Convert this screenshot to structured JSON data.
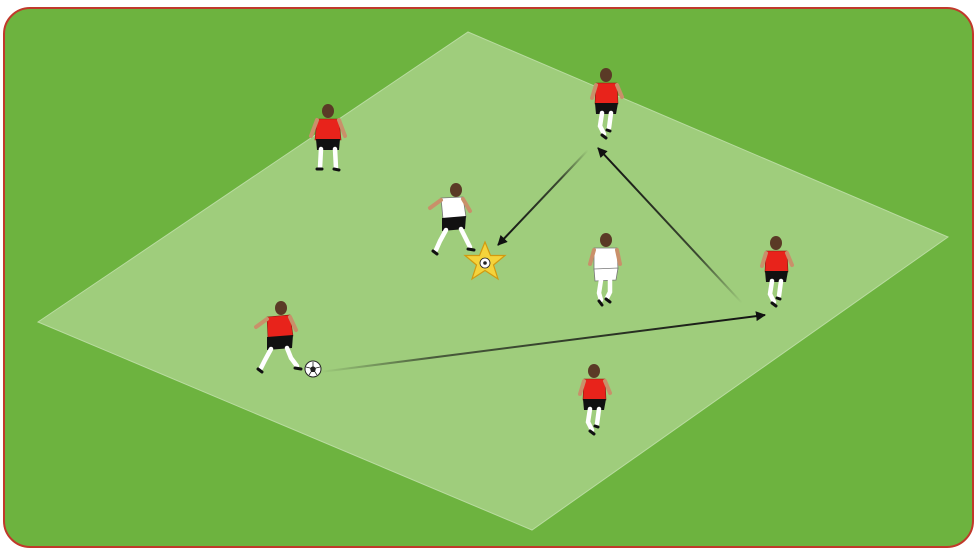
{
  "diagram": {
    "kind": "soccer-drill",
    "colors": {
      "border": "#c0392b",
      "outer_grass": "#6db33f",
      "inner_grass": "#9fcd7c",
      "attacker_shirt": "#e8231b",
      "defender_shirt": "#ffffff",
      "arrow": "#111111",
      "star": "#f5d33b"
    },
    "players": [
      {
        "id": "red-top-left",
        "team": "red",
        "pose": "standing"
      },
      {
        "id": "red-top-right",
        "team": "red",
        "pose": "running"
      },
      {
        "id": "red-right",
        "team": "red",
        "pose": "running"
      },
      {
        "id": "red-bottom",
        "team": "red",
        "pose": "running"
      },
      {
        "id": "red-ball-carrier",
        "team": "red",
        "pose": "dribbling"
      },
      {
        "id": "white-defender-left",
        "team": "white",
        "pose": "lunging"
      },
      {
        "id": "white-defender-right",
        "team": "white",
        "pose": "running"
      }
    ],
    "passes": [
      {
        "from": "red-ball-carrier",
        "to": "red-right",
        "type": "pass"
      },
      {
        "from": "red-right",
        "to": "red-top-right",
        "type": "pass"
      },
      {
        "from": "red-top-right",
        "to": "star-target",
        "type": "pass"
      }
    ],
    "markers": [
      {
        "id": "star-target",
        "icon": "star-icon"
      },
      {
        "id": "ball",
        "icon": "soccer-ball-icon"
      }
    ]
  }
}
